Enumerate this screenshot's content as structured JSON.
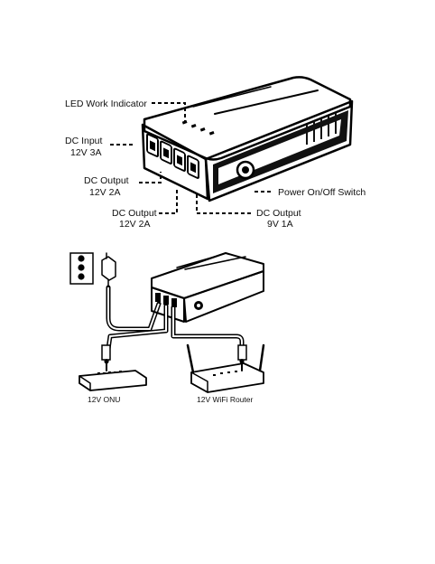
{
  "labels": {
    "led": "LED Work Indicator",
    "dc_input_1": "DC Input",
    "dc_input_2": "12V 3A",
    "dc_out_a_1": "DC Output",
    "dc_out_a_2": "12V 2A",
    "dc_out_b_1": "DC Output",
    "dc_out_b_2": "12V 2A",
    "dc_out_c_1": "DC Output",
    "dc_out_c_2": "9V 1A",
    "power_switch": "Power On/Off Switch",
    "onu": "12V  ONU",
    "router": "12V WiFi Router"
  },
  "colors": {
    "line": "#000000",
    "background": "#ffffff"
  }
}
